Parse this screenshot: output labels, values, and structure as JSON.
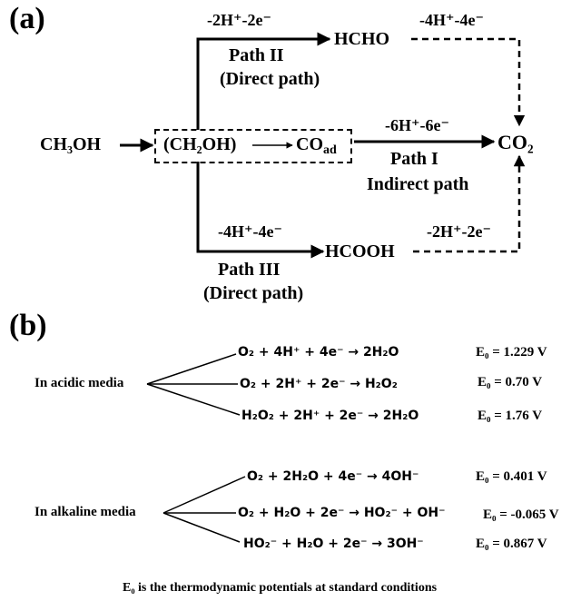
{
  "panel_a": {
    "label": "(a)",
    "reactant": "CH₃OH",
    "intermediate": "(CH₂OH)",
    "adsorbed": "COad",
    "product_co2": "CO₂",
    "hcho": "HCHO",
    "hcooh": "HCOOH",
    "path2": {
      "step1": "-2H⁺-2e⁻",
      "name": "Path II",
      "desc": "(Direct path)",
      "step2": "-4H⁺-4e⁻"
    },
    "path1": {
      "step": "-6H⁺-6e⁻",
      "name": "Path I",
      "desc": "Indirect path"
    },
    "path3": {
      "step1": "-4H⁺-4e⁻",
      "name": "Path III",
      "desc": "(Direct path)",
      "step2": "-2H⁺-2e⁻"
    }
  },
  "panel_b": {
    "label": "(b)",
    "acidic": {
      "label": "In acidic media",
      "reactions": [
        {
          "eq": "O₂ + 4H⁺ + 4e⁻ → 2H₂O",
          "pot": "E₀ = 1.229 V"
        },
        {
          "eq": "O₂ + 2H⁺ + 2e⁻ → H₂O₂",
          "pot": "E₀ = 0.70 V"
        },
        {
          "eq": "H₂O₂ + 2H⁺ + 2e⁻ → 2H₂O",
          "pot": "E₀ = 1.76 V"
        }
      ]
    },
    "alkaline": {
      "label": "In alkaline media",
      "reactions": [
        {
          "eq": "O₂ + 2H₂O + 4e⁻ → 4OH⁻",
          "pot": "E₀ = 0.401 V"
        },
        {
          "eq": "O₂ + H₂O + 2e⁻ → HO₂⁻ + OH⁻",
          "pot": "E₀ = -0.065 V"
        },
        {
          "eq": "HO₂⁻ + H₂O + 2e⁻ → 3OH⁻",
          "pot": "E₀ = 0.867 V"
        }
      ]
    },
    "footnote": "E₀ is the thermodynamic potentials at standard conditions"
  }
}
